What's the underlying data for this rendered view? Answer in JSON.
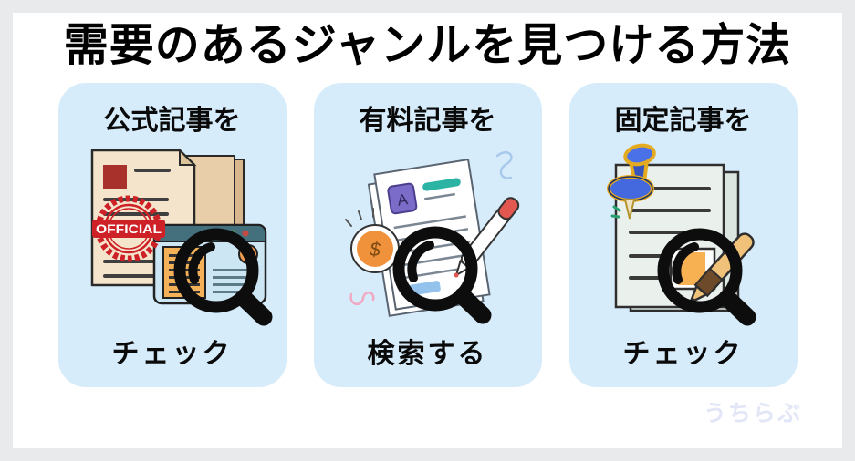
{
  "title": "需要のあるジャンルを見つける方法",
  "watermark": "うちらぶ",
  "cards": [
    {
      "top_label": "公式記事を",
      "bottom_label": "チェック",
      "icon": "official-document-with-stamp-browser-and-magnifier",
      "stamp_text": "OFFICIAL"
    },
    {
      "top_label": "有料記事を",
      "bottom_label": "検索する",
      "icon": "paid-article-with-coin-pen-and-magnifier",
      "avatar_letter": "A",
      "coin_symbol": "$"
    },
    {
      "top_label": "固定記事を",
      "bottom_label": "チェック",
      "icon": "pinned-article-with-pen-and-magnifier"
    }
  ],
  "colors": {
    "card_bg": "#d6ecfb",
    "frame_bg": "#e9eaec",
    "canvas_bg": "#ffffff",
    "title_text": "#000000",
    "stamp_red": "#ce2127",
    "magnifier_black": "#0d0d0d",
    "pushpin_blue": "#4468dd",
    "pushpin_gold": "#e5ab20",
    "coin_orange": "#f0913c",
    "browser_teal": "#44707e",
    "watermark_text": "#e2e6f7"
  }
}
